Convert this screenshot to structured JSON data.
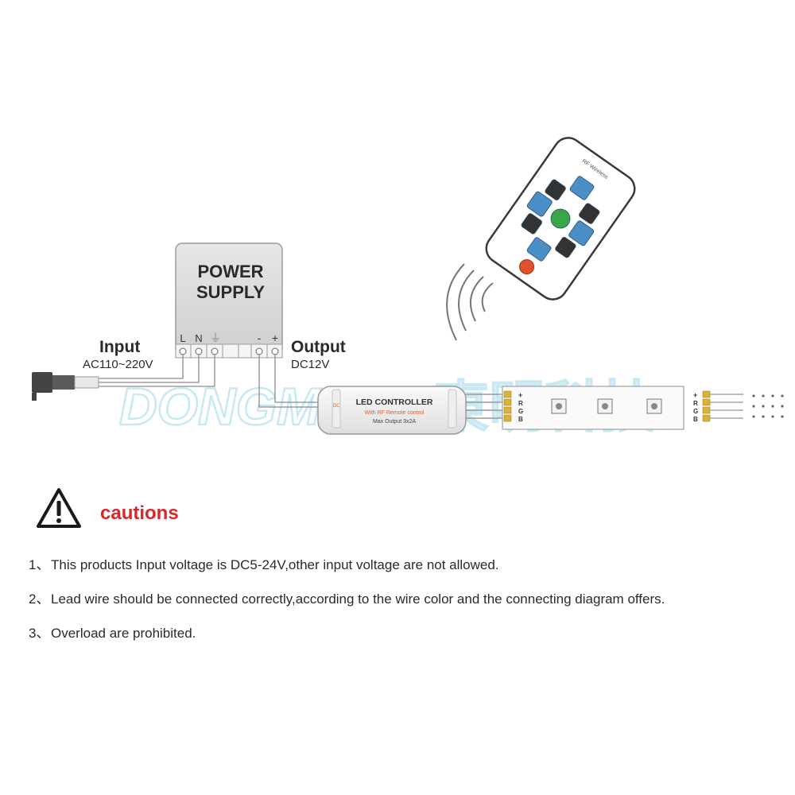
{
  "power_supply": {
    "title_line1": "POWER",
    "title_line2": "SUPPLY",
    "terminals": [
      "L",
      "N",
      "⏚",
      "-",
      "+"
    ]
  },
  "input": {
    "label": "Input",
    "spec": "AC110~220V"
  },
  "output": {
    "label": "Output",
    "spec": "DC12V"
  },
  "controller": {
    "title": "LED CONTROLLER",
    "subtitle": "With RF Remote control",
    "rating": "Max Output 3x2A"
  },
  "strip": {
    "pins": [
      "+",
      "R",
      "G",
      "B"
    ]
  },
  "remote": {
    "label": "RF Wireless"
  },
  "watermark": {
    "latin": "DONGMING",
    "cjk": "東明科技"
  },
  "cautions": {
    "title": "cautions",
    "items": [
      {
        "num": "1、",
        "text": "This products Input voltage is DC5-24V,other input voltage are not allowed."
      },
      {
        "num": "2、",
        "text": "Lead wire should be connected correctly,according to the wire color and the connecting diagram offers."
      },
      {
        "num": "3、",
        "text": "Overload are prohibited."
      }
    ]
  },
  "colors": {
    "caution_red": "#d8262a",
    "remote_blue": "#4a8ec8",
    "remote_green": "#3aa64a",
    "remote_power": "#e0502a",
    "pin_gold": "#d6b43c",
    "watermark": "#bfe4f2"
  }
}
